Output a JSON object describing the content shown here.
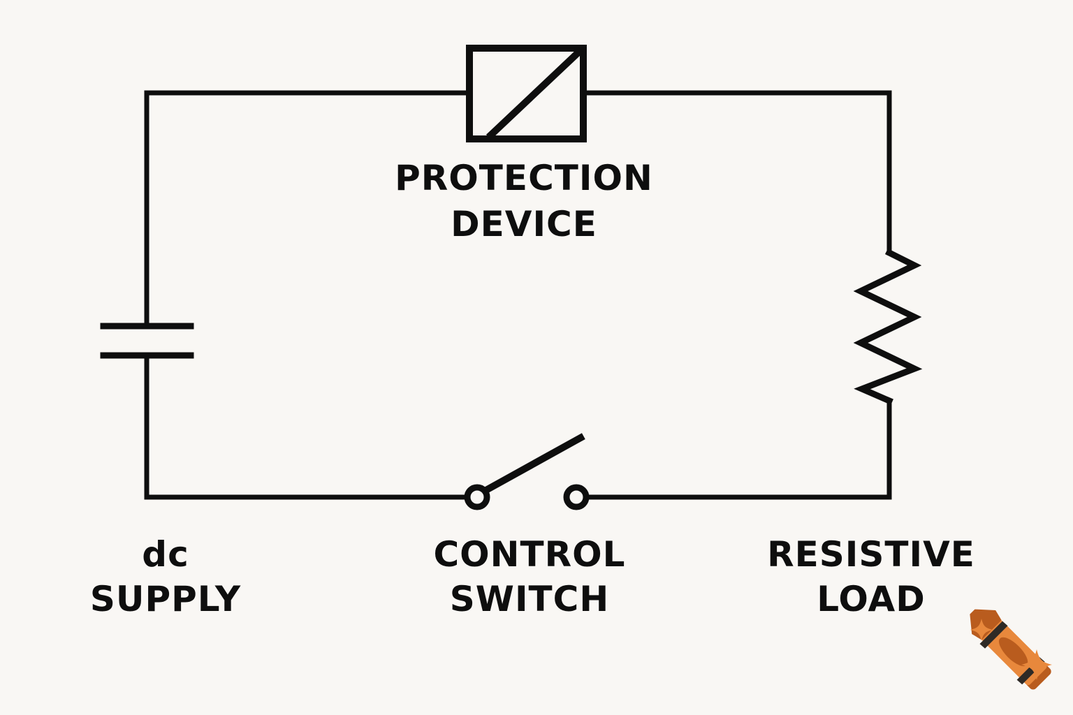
{
  "labels": {
    "protection_device": {
      "line1": "PROTECTION",
      "line2": "DEVICE"
    },
    "dc_supply": {
      "line1": "dc",
      "line2": "SUPPLY"
    },
    "control_switch": {
      "line1": "CONTROL",
      "line2": "SWITCH"
    },
    "resistive_load": {
      "line1": "RESISTIVE",
      "line2": "LOAD"
    }
  },
  "symbols": {
    "protection_device": "square-box-with-diagonal-fuse-symbol",
    "dc_supply": "parallel-plate-dc-source-symbol",
    "control_switch": "open-spst-switch-symbol",
    "resistive_load": "zigzag-resistor-symbol"
  },
  "colors": {
    "background": "#f9f7f4",
    "line": "#0e0e0e",
    "crayon_body": "#e8883c",
    "crayon_accent": "#b95c1e",
    "crayon_stripe": "#2e2a26",
    "sparkle": "#e8883c"
  },
  "watermark": {
    "icon": "crayon-icon"
  }
}
